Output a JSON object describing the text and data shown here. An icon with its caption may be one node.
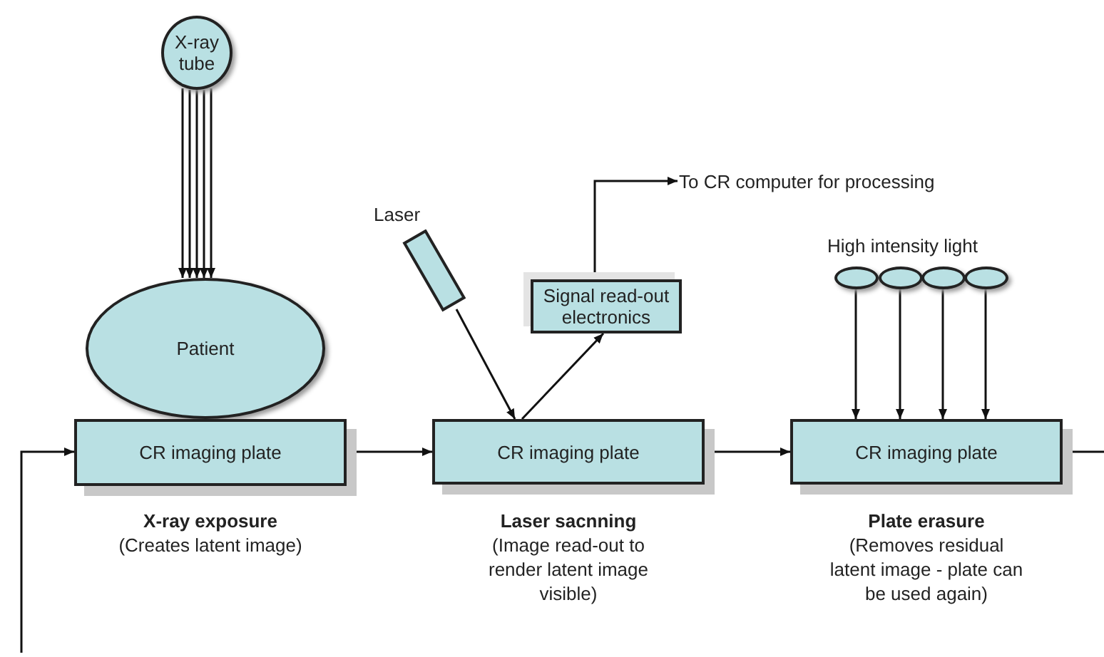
{
  "diagram": {
    "nodes": [
      {
        "text": [
          "X-ray tube"
        ]
      },
      {
        "text": [
          "Patient"
        ]
      },
      {
        "text": [
          "CR imaging plate"
        ],
        "beside": [
          "X-ray exposure",
          "(Creates latent image)"
        ]
      },
      {
        "text": [
          "Laser"
        ]
      },
      {
        "text": [
          "Signal read-out electronics"
        ]
      },
      {
        "text": [
          "CR imaging plate"
        ],
        "beside": [
          "Laser sacnning",
          "(Image read-out to render latent image visible)"
        ]
      },
      {
        "text": [
          "To CR computer for processing"
        ]
      },
      {
        "text": [],
        "shape": "circle"
      },
      {
        "text": [],
        "shape": "circle"
      },
      {
        "text": [],
        "shape": "circle"
      },
      {
        "text": [],
        "shape": "circle"
      },
      {
        "text": [
          "CR imaging plate"
        ],
        "beside": [
          "Plate erasure",
          "(Removes residual latent image - plate can be used again)"
        ]
      }
    ],
    "edges": [
      {
        "from": 0,
        "to": 1,
        "arrow": "to"
      },
      {
        "from": 0,
        "to": 1,
        "arrow": "to"
      },
      {
        "from": 0,
        "to": 1,
        "arrow": "to"
      },
      {
        "from": 0,
        "to": 1,
        "arrow": "to"
      },
      {
        "from": 0,
        "to": 1,
        "arrow": "to"
      },
      {
        "from": 2,
        "to": 5,
        "arrow": "to"
      },
      {
        "from": 3,
        "to": 5,
        "arrow": "to"
      },
      {
        "from": 5,
        "to": 4,
        "arrow": "to"
      },
      {
        "from": 4,
        "to": 6,
        "arrow": "to"
      },
      {
        "from": 7,
        "to": 11,
        "arrow": "to"
      },
      {
        "from": 8,
        "to": 11,
        "arrow": "to"
      },
      {
        "from": 9,
        "to": 11,
        "arrow": "to"
      },
      {
        "from": 10,
        "to": 11,
        "arrow": "to"
      },
      {
        "from": 5,
        "to": 11,
        "arrow": "to"
      },
      {
        "from": 11,
        "to": null,
        "arrow": "none"
      },
      {
        "from": null,
        "to": 2,
        "arrow": "to"
      }
    ],
    "labels": [
      "High intensity light"
    ]
  }
}
